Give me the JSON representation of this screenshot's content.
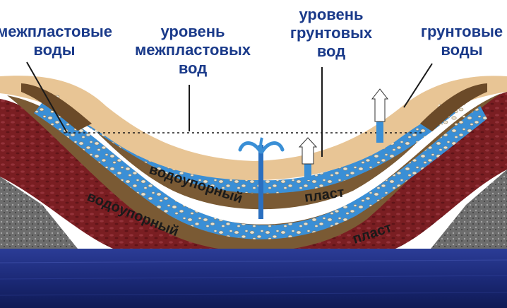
{
  "labels": {
    "interstratal_waters": "межпластовые\nводы",
    "interstratal_level": "уровень\nмежпластовых\nвод",
    "ground_level": "уровень\nгрунтовых\nвод",
    "ground_waters": "грунтовые\nводы"
  },
  "layers": {
    "aquiclude_1": "водоупорный",
    "layer_1": "пласт",
    "aquiclude_2": "водоупорный",
    "layer_2": "пласт"
  },
  "colors": {
    "water": "#3a8fd6",
    "topsoil": "#e8c595",
    "aquiclude": "#7a5a34",
    "deep_rock": "#7a1e22",
    "title_text": "#1a3a8a",
    "sea": "#1e2d7a"
  }
}
